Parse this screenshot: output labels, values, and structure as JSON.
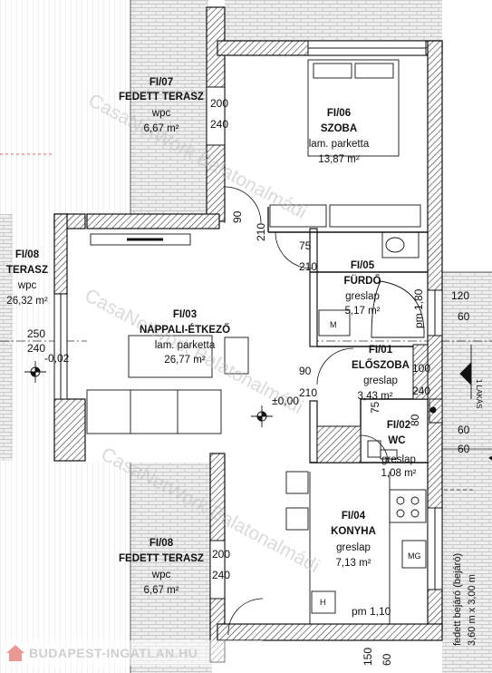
{
  "rooms": {
    "fedett_terasz_top": {
      "code": "FI/07",
      "name": "FEDETT TERASZ",
      "floor": "wpc",
      "area": "6,67 m²"
    },
    "szoba": {
      "code": "FI/06",
      "name": "SZOBA",
      "floor": "lam. parketta",
      "area": "13,87 m²"
    },
    "terasz_left": {
      "code": "FI/08",
      "name": "TERASZ",
      "floor": "wpc",
      "area": "26,32 m²"
    },
    "nappali": {
      "code": "FI/03",
      "name": "NAPPALI-ÉTKEZŐ",
      "floor": "lam. parketta",
      "area": "26,77 m²"
    },
    "furdo": {
      "code": "FI/05",
      "name": "FÜRDŐ",
      "floor": "greslap",
      "area": "5,17 m²"
    },
    "eloszoba": {
      "code": "FI/01",
      "name": "ELŐSZOBA",
      "floor": "greslap",
      "area": "3,43 m²"
    },
    "wc": {
      "code": "FI/02",
      "name": "WC",
      "floor": "greslap",
      "area": "1,08 m²"
    },
    "konyha": {
      "code": "FI/04",
      "name": "KONYHA",
      "floor": "greslap",
      "area": "7,13 m²"
    },
    "fedett_terasz_bottom": {
      "code": "FI/08",
      "name": "FEDETT TERASZ",
      "floor": "wpc",
      "area": "6,67 m²"
    }
  },
  "dimensions": {
    "d200_top": "200",
    "d240_top": "240",
    "d90_a": "90",
    "d210_a": "210",
    "d75": "75",
    "d210_b": "210",
    "d250": "250",
    "d240_left": "240",
    "level_left": "-0,02",
    "level_center": "±0,00",
    "d90_b": "90",
    "d210_c": "210",
    "d100": "100",
    "d240_hall": "240",
    "d120": "120",
    "d60_a": "60",
    "d60_b": "60",
    "d60_c": "60",
    "pm180": "pm 1,80",
    "d75_v": "75",
    "d80_v": "80",
    "d200_bottom": "200",
    "d240_bottom": "240",
    "pm110": "pm 1,10",
    "d150": "150",
    "d60_bottom": "60"
  },
  "appliances": {
    "wm_label": "M",
    "dw_label": "MG",
    "boiler_label": "H"
  },
  "markers": {
    "lakas": "1 LAKÁS"
  },
  "corridor": {
    "label": "fedett bejáró (bejáró)",
    "size": "3,60 m x 3,00 m"
  },
  "watermark": {
    "text": "CasaNetWork Balatonalmádi"
  },
  "logo": {
    "text": "BUDAPEST-INGATLAN.HU"
  }
}
